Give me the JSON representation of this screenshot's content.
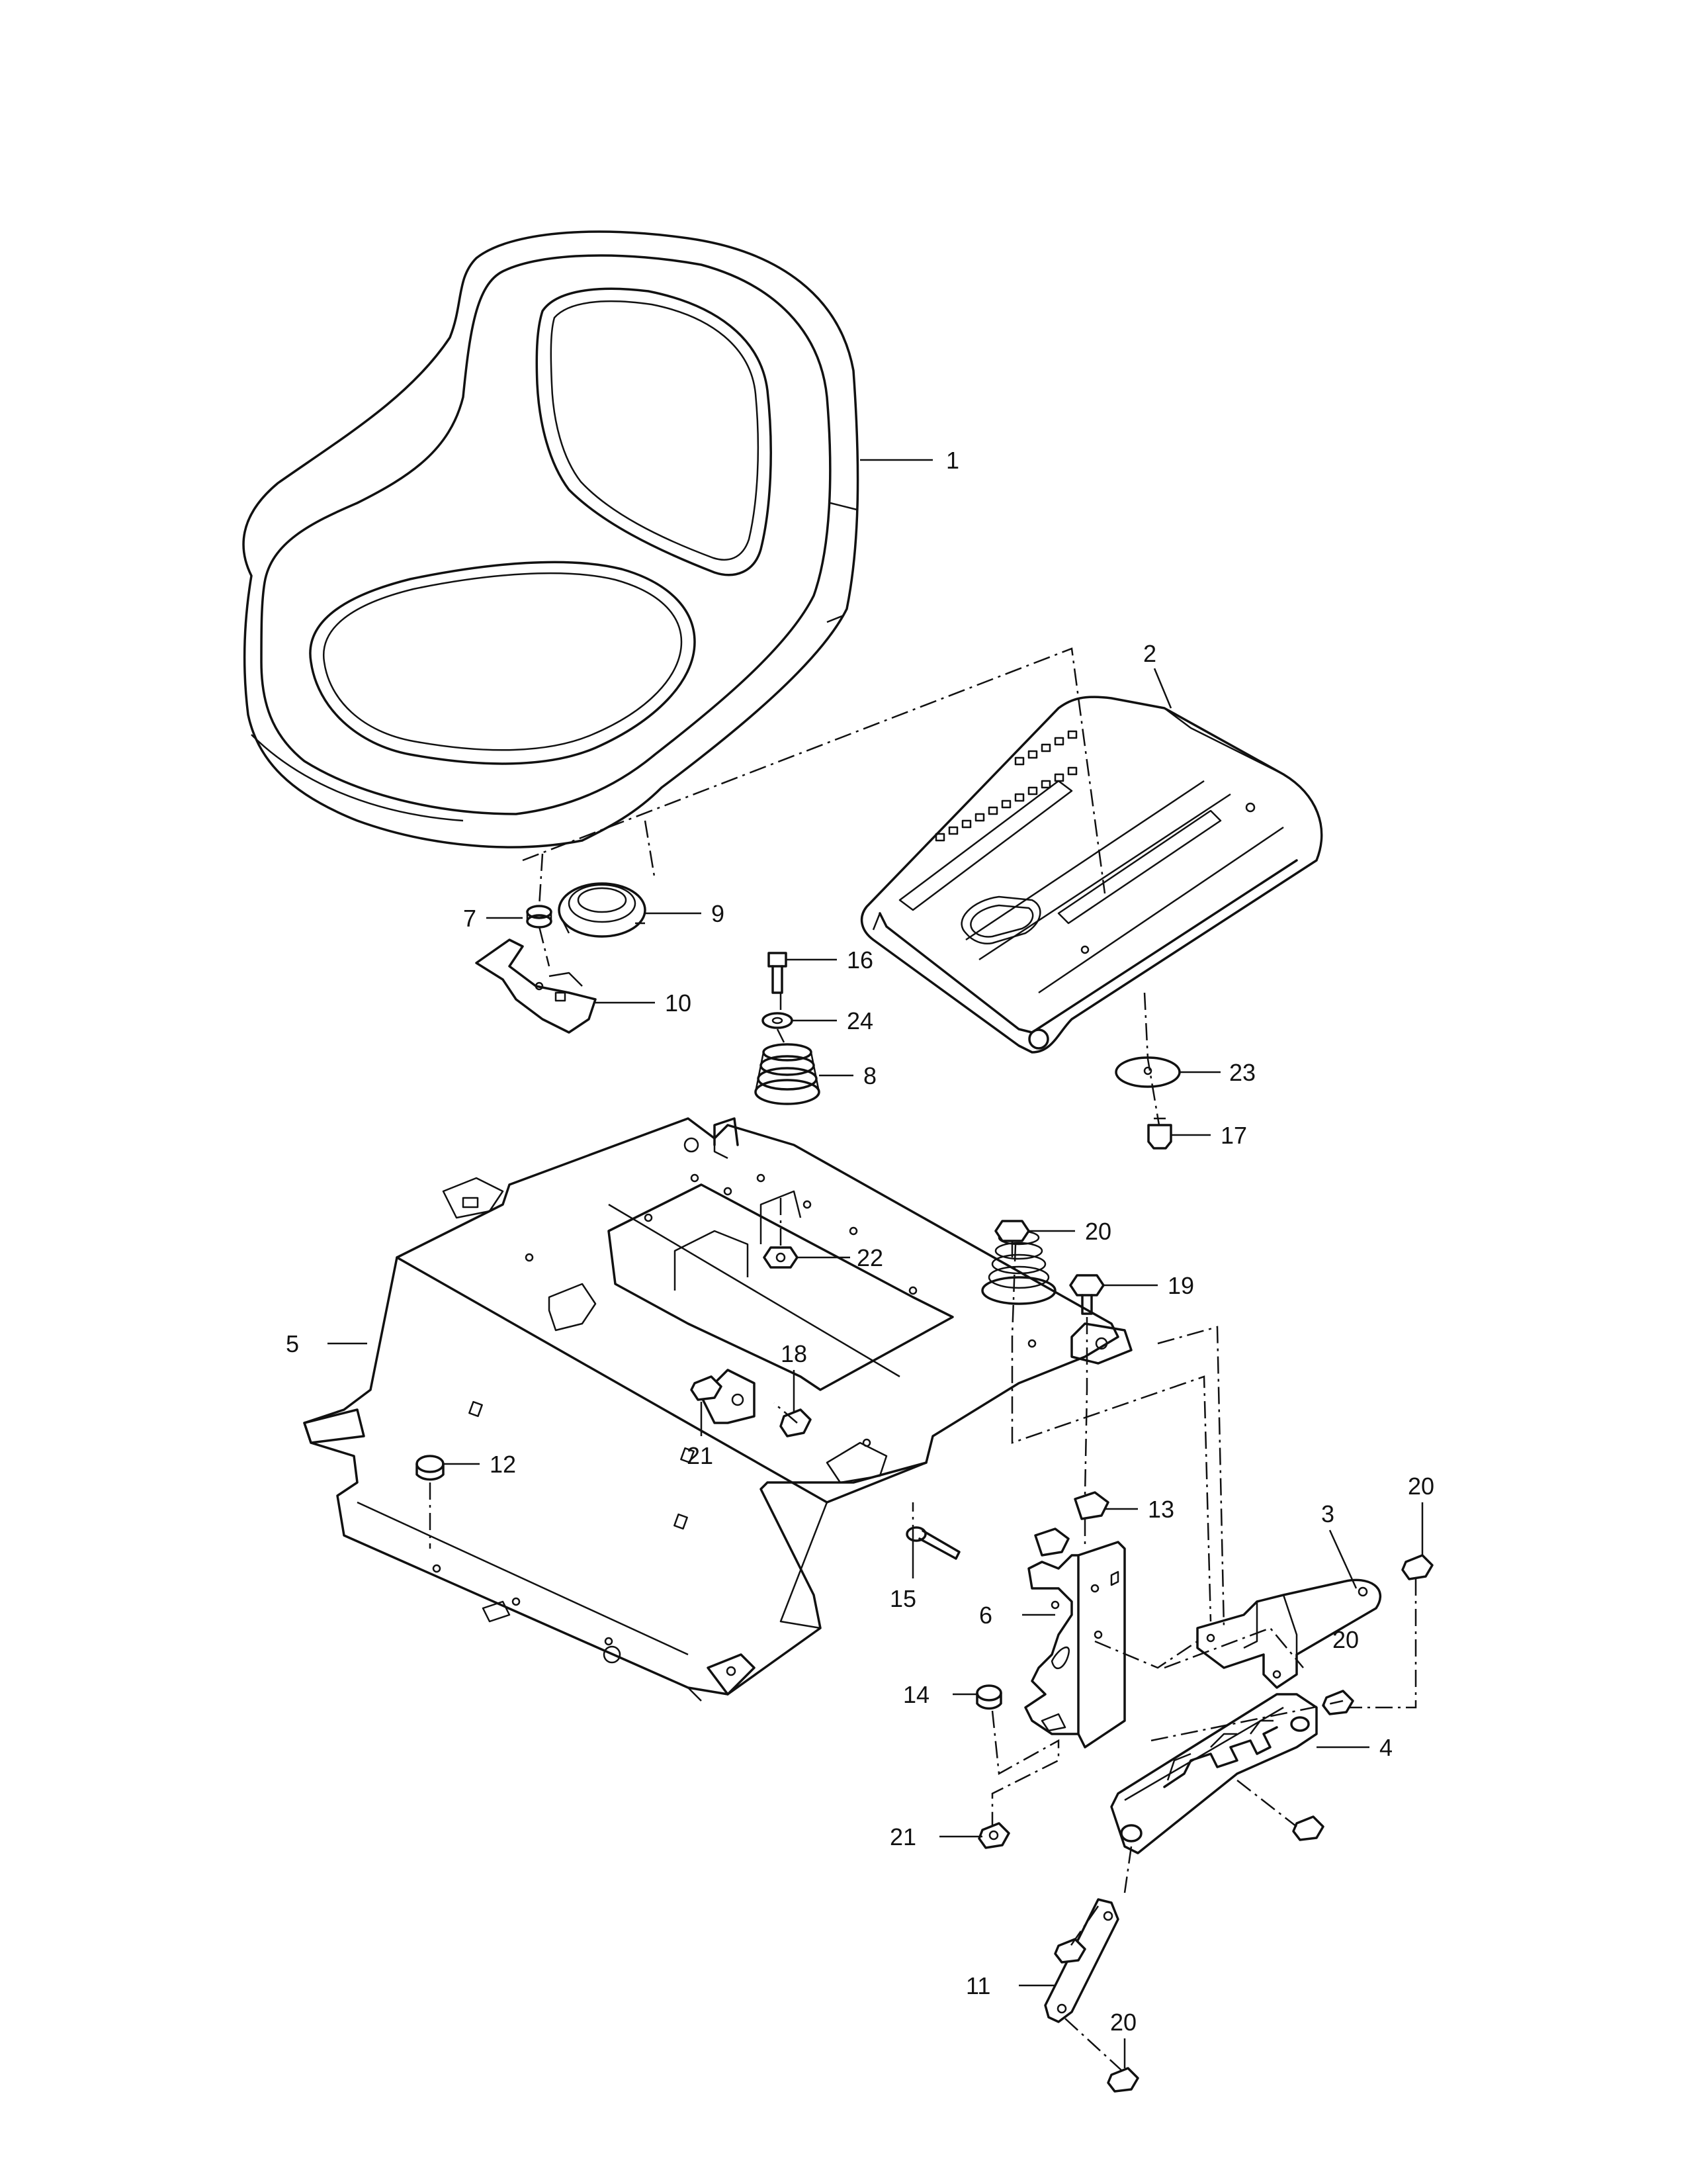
{
  "diagram": {
    "callouts": [
      "1",
      "2",
      "3",
      "4",
      "5",
      "6",
      "7",
      "8",
      "9",
      "10",
      "11",
      "12",
      "13",
      "14",
      "15",
      "16",
      "17",
      "18",
      "19",
      "20",
      "20",
      "20",
      "20",
      "21",
      "21",
      "22",
      "23",
      "24"
    ]
  }
}
